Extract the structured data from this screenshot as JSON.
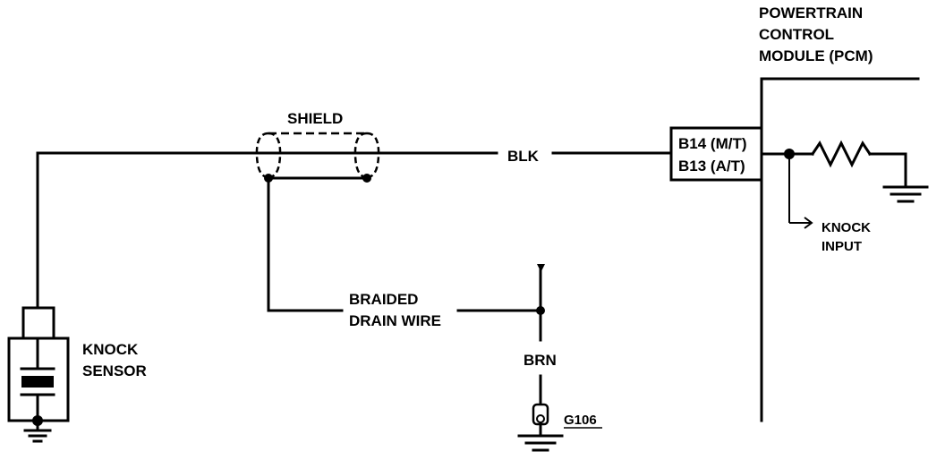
{
  "pcm": {
    "title_line1": "POWERTRAIN",
    "title_line2": "CONTROL",
    "title_line3": "MODULE (PCM)"
  },
  "connector": {
    "pin_mt": "B14 (M/T)",
    "pin_at": "B13 (A/T)"
  },
  "shield_label": "SHIELD",
  "wire_color_signal": "BLK",
  "knock_input": {
    "line1": "KNOCK",
    "line2": "INPUT"
  },
  "drain_wire": {
    "line1": "BRAIDED",
    "line2": "DRAIN WIRE"
  },
  "ground_wire_color": "BRN",
  "ground_id": "G106",
  "sensor": {
    "line1": "KNOCK",
    "line2": "SENSOR"
  }
}
